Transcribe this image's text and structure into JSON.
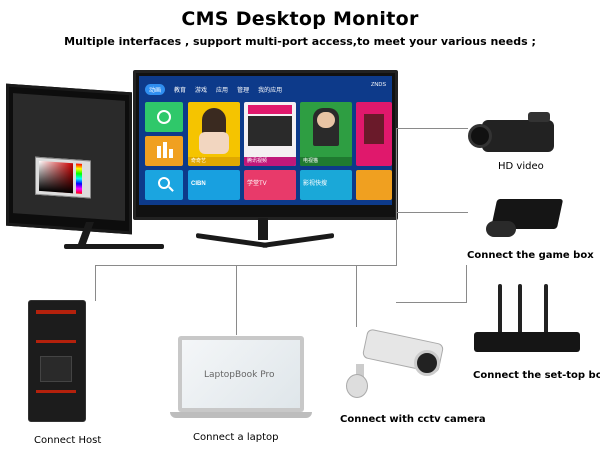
{
  "heading": {
    "title": "CMS Desktop Monitor",
    "subtitle": "Multiple interfaces , support multi-port access,to meet your various needs ;"
  },
  "monitor_screen": {
    "menu": [
      "动画",
      "教育",
      "游戏",
      "应用",
      "管理",
      "我的应用"
    ],
    "brand": "ZNDS",
    "tiles": [
      "奇奇艺",
      "腾讯视频",
      "电视猫",
      "CIBN",
      "学堂TV",
      "影视快搜"
    ],
    "laptop_screen_text": "LaptopBook Pro"
  },
  "captions": {
    "hd_video": "HD video",
    "game_box": "Connect the game box",
    "set_top_box": "Connect the set-top box",
    "cctv": "Connect with cctv camera",
    "laptop": "Connect a laptop",
    "host": "Connect Host"
  },
  "colors": {
    "screen_bg": "#0d3a8a",
    "connector_line": "#8a8a8a",
    "menu_active": "#2f8ef0"
  }
}
